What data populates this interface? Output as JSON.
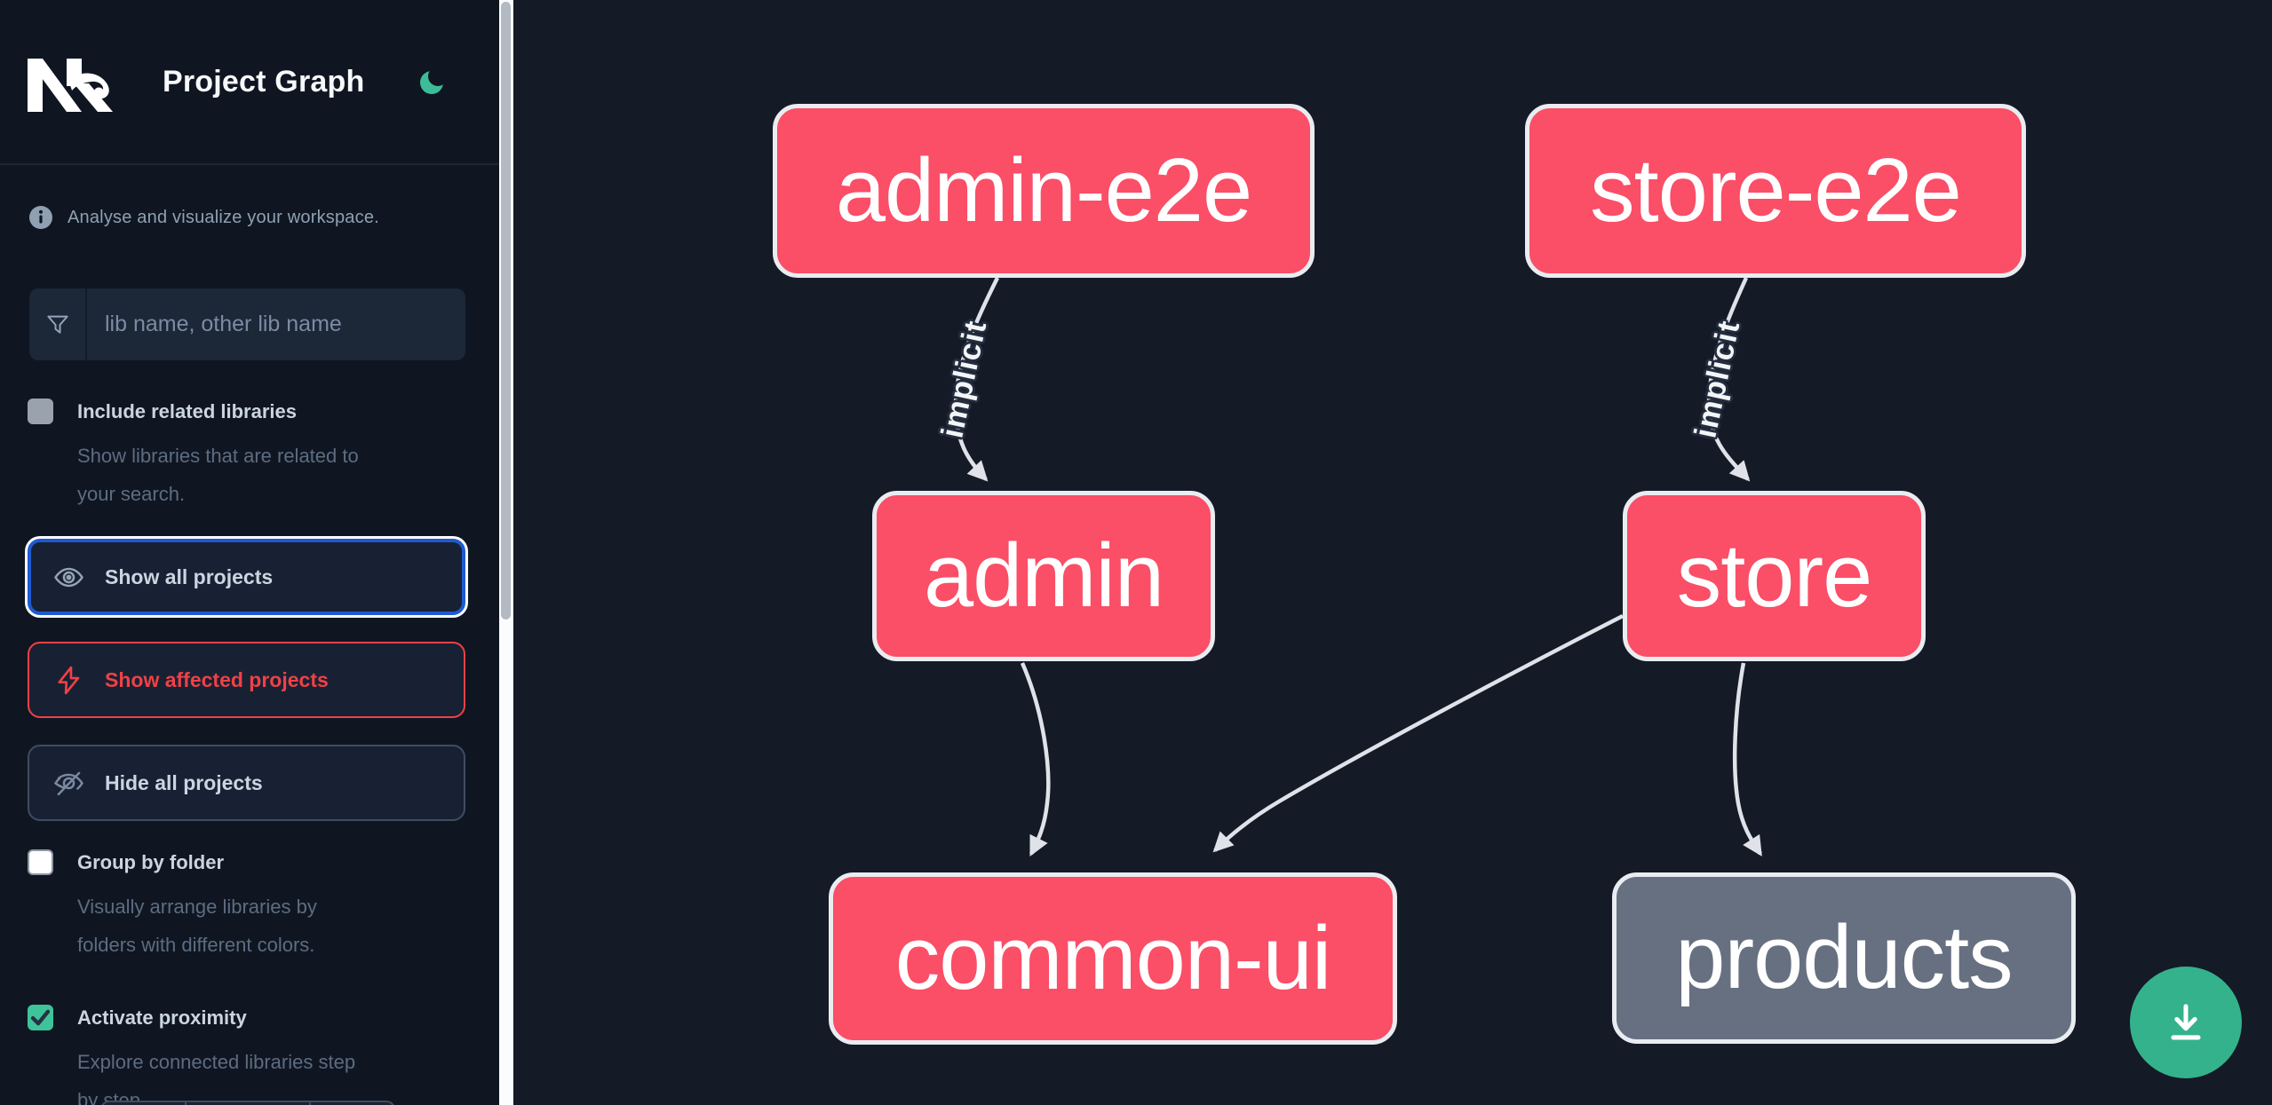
{
  "header": {
    "title": "Project Graph",
    "theme_icon": "moon-icon",
    "theme_color": "#3cbd97"
  },
  "sidebar": {
    "info_text": "Analyse and visualize your workspace.",
    "search": {
      "placeholder": "lib name, other lib name",
      "value": "",
      "icon": "funnel-filter-icon"
    },
    "checkboxes": [
      {
        "label": "Include related libraries",
        "checked": false,
        "desc_lines": [
          "Show libraries that are related to",
          "your search."
        ]
      },
      {
        "label": "Group by folder",
        "checked": false,
        "desc_lines": [
          "Visually arrange libraries by",
          "folders with different colors."
        ]
      },
      {
        "label": "Activate proximity",
        "checked": true,
        "desc_lines": [
          "Explore connected libraries step",
          "by step."
        ]
      }
    ],
    "buttons": [
      {
        "label": "Show all projects",
        "icon": "eye-icon",
        "state": "focused"
      },
      {
        "label": "Show affected projects",
        "icon": "bolt-icon",
        "state": "danger"
      },
      {
        "label": "Hide all projects",
        "icon": "eye-off-icon",
        "state": "default"
      }
    ]
  },
  "graph": {
    "nodes": [
      {
        "id": "admin-e2e",
        "label": "admin-e2e",
        "type": "app",
        "color": "#fb4e67"
      },
      {
        "id": "store-e2e",
        "label": "store-e2e",
        "type": "app",
        "color": "#fb4e67"
      },
      {
        "id": "admin",
        "label": "admin",
        "type": "app",
        "color": "#fb4e67"
      },
      {
        "id": "store",
        "label": "store",
        "type": "app",
        "color": "#fb4e67"
      },
      {
        "id": "common-ui",
        "label": "common-ui",
        "type": "lib",
        "color": "#fb4e67"
      },
      {
        "id": "products",
        "label": "products",
        "type": "lib",
        "color": "#667081"
      }
    ],
    "edges": [
      {
        "from": "admin-e2e",
        "to": "admin",
        "label": "implicit"
      },
      {
        "from": "store-e2e",
        "to": "store",
        "label": "implicit"
      },
      {
        "from": "admin",
        "to": "common-ui",
        "label": ""
      },
      {
        "from": "store",
        "to": "common-ui",
        "label": ""
      },
      {
        "from": "store",
        "to": "products",
        "label": ""
      }
    ]
  },
  "actions": {
    "download": {
      "icon": "download-icon",
      "color": "#34b28c"
    }
  },
  "colors": {
    "sidebar_bg": "#0f1621",
    "canvas_bg": "#141a26",
    "node_pink": "#fb4e67",
    "node_gray": "#667081",
    "node_border": "#e9ecf0",
    "edge": "#dfe3e9",
    "accent_blue": "#1f5ad2",
    "accent_red": "#ef4146",
    "accent_green": "#34b28c"
  }
}
